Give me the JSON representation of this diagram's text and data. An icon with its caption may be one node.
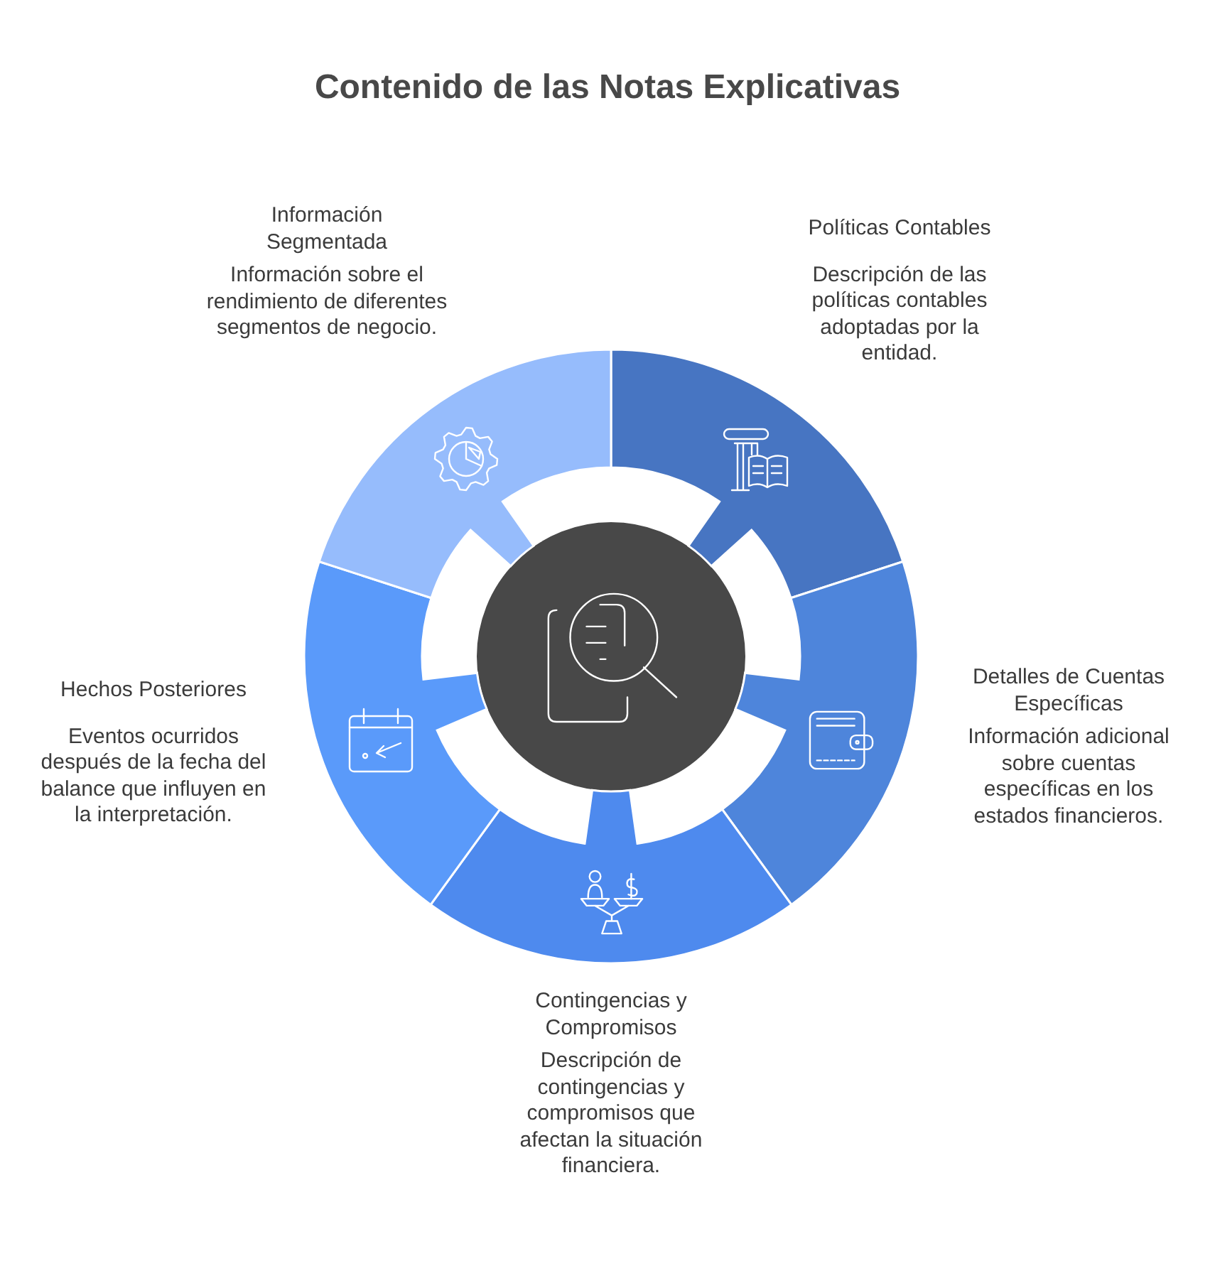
{
  "diagram": {
    "title": "Contenido de las Notas Explicativas",
    "nodes": [
      {
        "text": [],
        "shape": "circle"
      },
      {
        "text": [
          "Políticas Contables",
          "Descripción de las políticas contables adoptadas por la entidad."
        ]
      },
      {
        "text": [
          "Detalles de Cuentas Específicas",
          "Información adicional sobre cuentas específicas en los estados financieros."
        ]
      },
      {
        "text": [
          "Contingencias y Compromisos",
          "Descripción de contingencias y compromisos que afectan la situación financiera."
        ]
      },
      {
        "text": [
          "Hechos Posteriores",
          "Eventos ocurridos después de la fecha del balance que influyen en la interpretación."
        ]
      },
      {
        "text": [
          "Información Segmentada",
          "Información sobre el rendimiento de diferentes segmentos de negocio."
        ]
      }
    ]
  }
}
